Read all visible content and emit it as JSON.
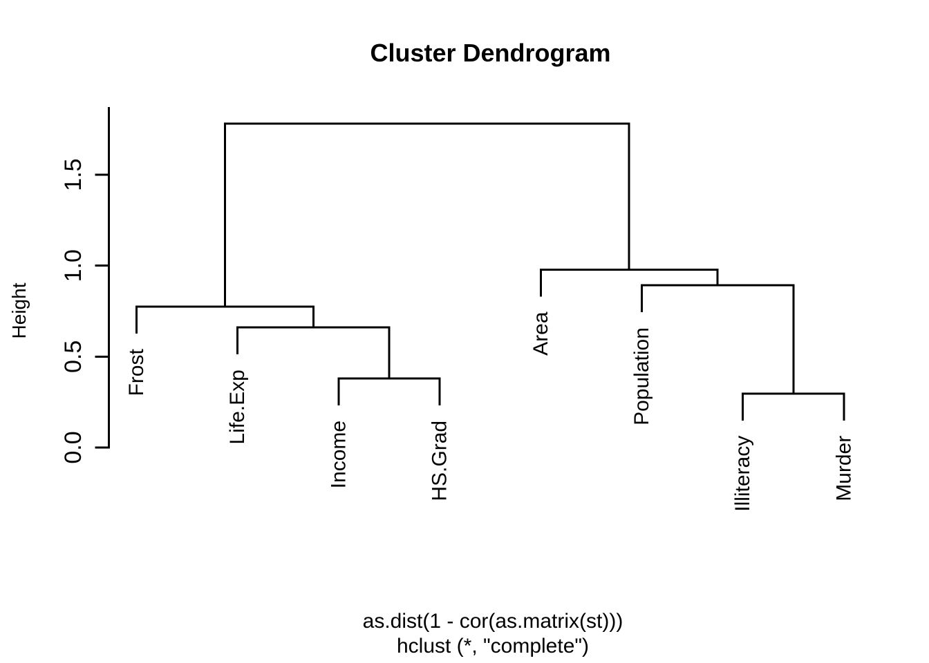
{
  "title": "Cluster Dendrogram",
  "ylabel": "Height",
  "caption": {
    "line1": "as.dist(1 - cor(as.matrix(st)))",
    "line2": "hclust (*, \"complete\")"
  },
  "colors": {
    "foreground": "#000000",
    "background": "#ffffff"
  },
  "chart_data": {
    "type": "dendrogram",
    "orientation": "vertical",
    "title": "Cluster Dendrogram",
    "ylabel": "Height",
    "xlabel": "as.dist(1 - cor(as.matrix(st)))",
    "sub": "hclust (*, \"complete\")",
    "leaves": [
      "Frost",
      "Life.Exp",
      "Income",
      "HS.Grad",
      "Area",
      "Population",
      "Illiteracy",
      "Murder"
    ],
    "merges": [
      {
        "id": "m0",
        "children": [
          "Income",
          "HS.Grad"
        ],
        "height": 0.38
      },
      {
        "id": "m1",
        "children": [
          "Life.Exp",
          "m0"
        ],
        "height": 0.66
      },
      {
        "id": "m2",
        "children": [
          "Frost",
          "m1"
        ],
        "height": 0.774
      },
      {
        "id": "m3",
        "children": [
          "Illiteracy",
          "Murder"
        ],
        "height": 0.297
      },
      {
        "id": "m4",
        "children": [
          "Population",
          "m3"
        ],
        "height": 0.892
      },
      {
        "id": "m5",
        "children": [
          "Area",
          "m4"
        ],
        "height": 0.978
      },
      {
        "id": "m6",
        "children": [
          "m2",
          "m5"
        ],
        "height": 1.781
      }
    ],
    "leaf_hang": 0.148,
    "yticks": [
      0,
      0.5,
      1,
      1.5
    ],
    "ytick_labels": [
      "0.0",
      "0.5",
      "1.0",
      "1.5"
    ],
    "ylim": [
      0,
      1.87
    ],
    "grid": false,
    "legend": null
  }
}
